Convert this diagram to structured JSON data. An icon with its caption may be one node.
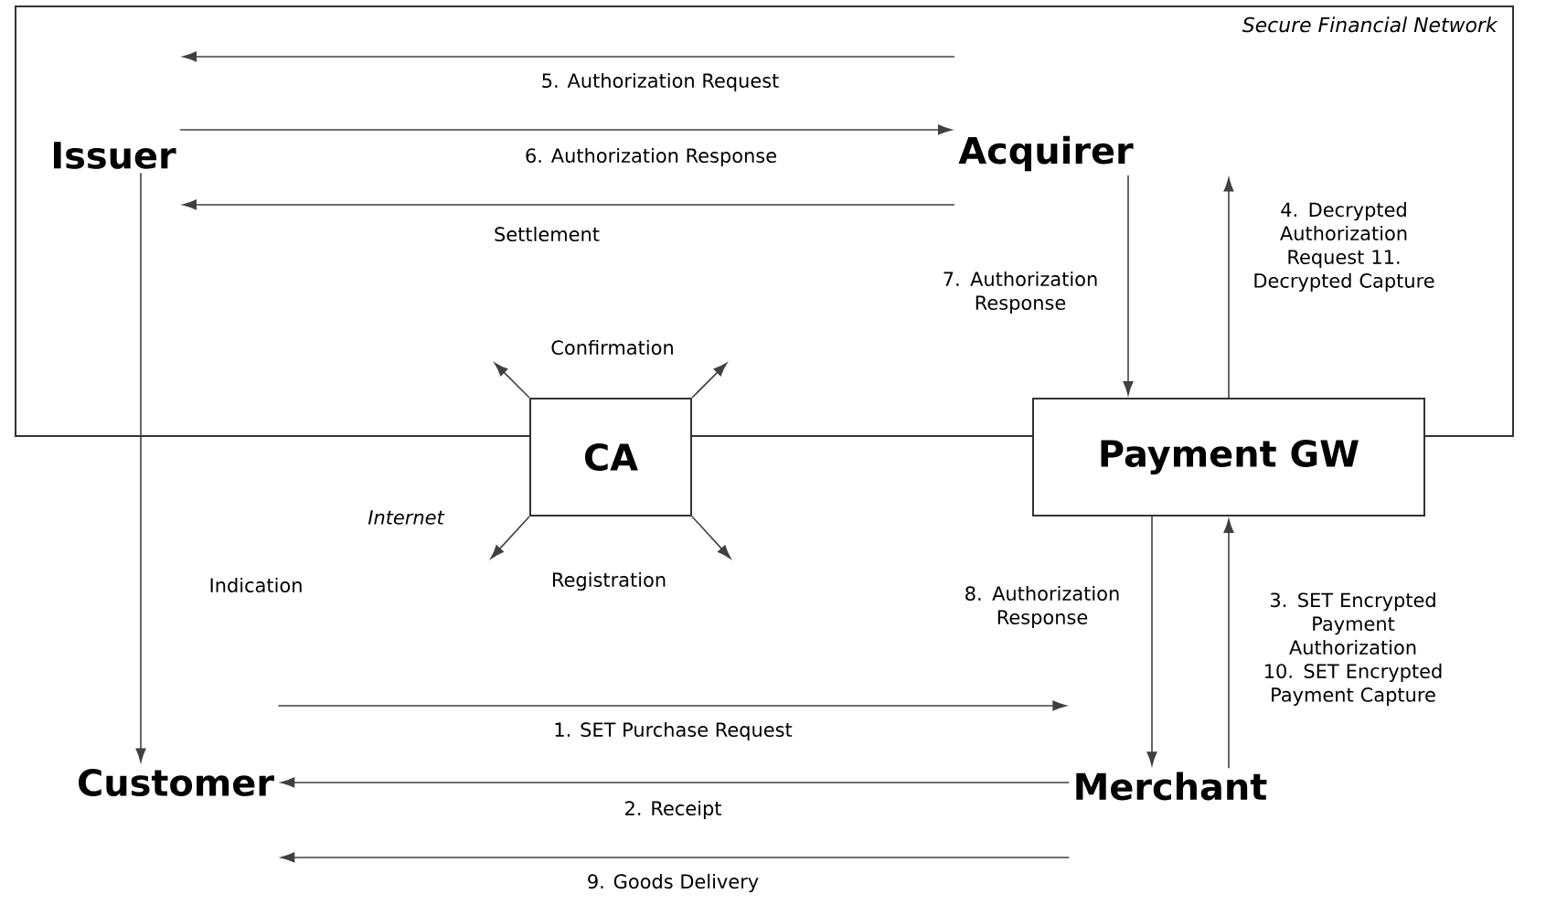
{
  "diagram": {
    "nodes": [
      {
        "text": [
          "Secure Financial Network"
        ]
      },
      {
        "text": [
          "Issuer"
        ],
        "in": 0
      },
      {
        "text": [
          "Acquirer"
        ],
        "in": 0
      },
      {
        "text": [
          "CA"
        ]
      },
      {
        "text": [
          "Payment GW"
        ]
      },
      {
        "text": [
          "Customer"
        ]
      },
      {
        "text": [
          "Merchant"
        ]
      }
    ],
    "edges": [
      {
        "from": 2,
        "to": 1,
        "arrow": "to",
        "label": "5. Authorization Request"
      },
      {
        "from": 1,
        "to": 2,
        "arrow": "to",
        "label": "6. Authorization Response"
      },
      {
        "from": 2,
        "to": 1,
        "arrow": "to",
        "label": "Settlement"
      },
      {
        "from": 1,
        "to": 5,
        "arrow": "to",
        "label": "Indication"
      },
      {
        "from": 2,
        "to": 4,
        "arrow": "to",
        "label": "7. Authorization Response"
      },
      {
        "from": 4,
        "to": 2,
        "arrow": "to",
        "label": "4. Decrypted Authorization Request 11. Decrypted Capture"
      },
      {
        "from": 4,
        "to": 6,
        "arrow": "to",
        "label": "8. Authorization Response"
      },
      {
        "from": 6,
        "to": 4,
        "arrow": "to",
        "label": "3. SET Encrypted Payment Authorization 10. SET Encrypted Payment Capture"
      },
      {
        "from": 5,
        "to": 6,
        "arrow": "to",
        "label": "1. SET Purchase Request"
      },
      {
        "from": 6,
        "to": 5,
        "arrow": "to",
        "label": "2. Receipt"
      },
      {
        "from": 6,
        "to": 5,
        "arrow": "to",
        "label": "9. Goods Delivery"
      },
      {
        "from": 3,
        "to": null,
        "arrow": "to"
      },
      {
        "from": 3,
        "to": null,
        "arrow": "to"
      },
      {
        "from": 3,
        "to": null,
        "arrow": "to"
      },
      {
        "from": 3,
        "to": null,
        "arrow": "to"
      }
    ],
    "labels": [
      "Confirmation",
      "Internet",
      "Registration"
    ]
  }
}
